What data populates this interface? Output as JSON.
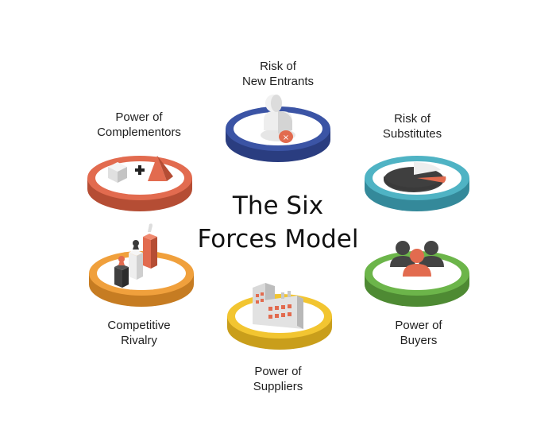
{
  "title": {
    "line1": "The Six",
    "line2": "Forces Model"
  },
  "forces": [
    {
      "key": "new-entrants",
      "line1": "Risk of",
      "line2": "New Entrants",
      "color": "#3B54A5",
      "dark": "#2A3D80",
      "icon": "person-with-x-icon"
    },
    {
      "key": "substitutes",
      "line1": "Risk of",
      "line2": "Substitutes",
      "color": "#4FB3C4",
      "dark": "#34899A",
      "icon": "pie-chart-icon"
    },
    {
      "key": "buyers",
      "line1": "Power of",
      "line2": "Buyers",
      "color": "#6CB54A",
      "dark": "#4E8A33",
      "icon": "people-group-icon"
    },
    {
      "key": "suppliers",
      "line1": "Power of",
      "line2": "Suppliers",
      "color": "#F2C531",
      "dark": "#C99E1B",
      "icon": "factory-icon"
    },
    {
      "key": "rivalry",
      "line1": "Competitive",
      "line2": "Rivalry",
      "color": "#F0A03C",
      "dark": "#C67C22",
      "icon": "podium-chess-icon"
    },
    {
      "key": "complementors",
      "line1": "Power of",
      "line2": "Complementors",
      "color": "#E26B4F",
      "dark": "#B54D34",
      "icon": "cube-plus-pyramid-icon"
    }
  ]
}
